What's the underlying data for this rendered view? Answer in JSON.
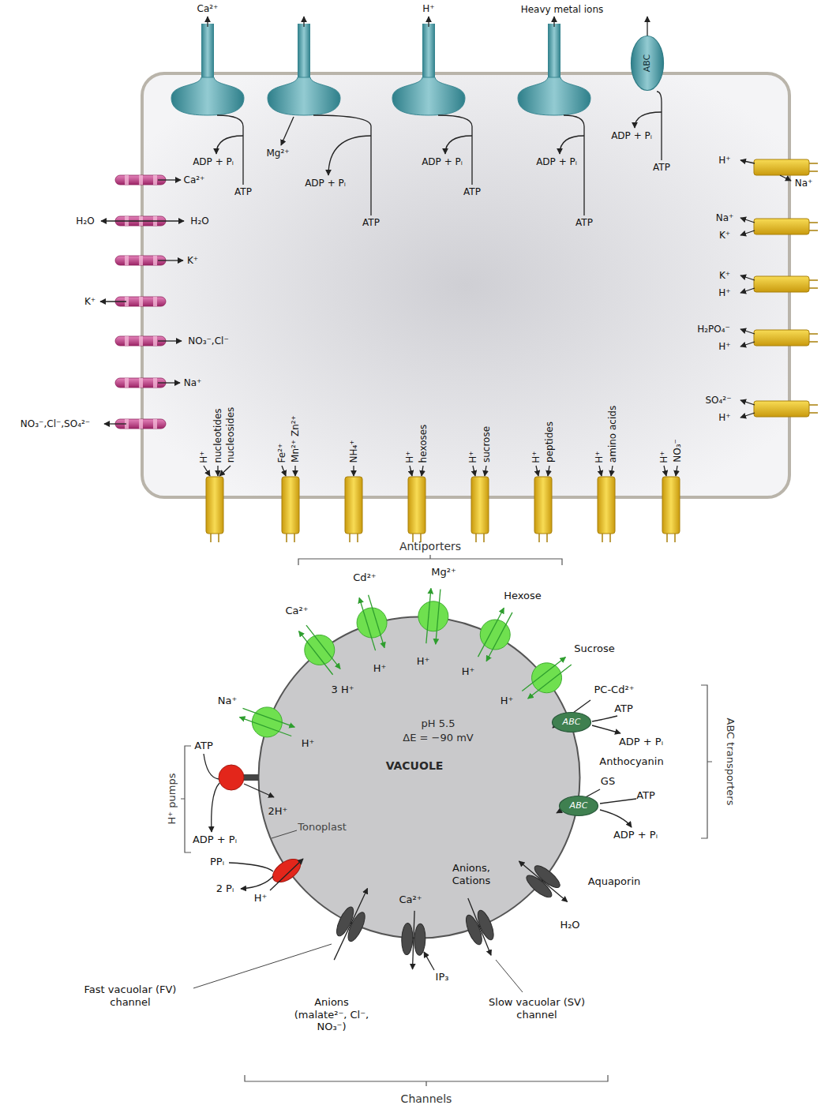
{
  "diagram": {
    "nodes": [
      {
        "text": [
          "ABC"
        ]
      },
      {
        "text": [
          "pH 5.5",
          "ΔE = −90 mV",
          "VACUOLE"
        ]
      },
      {
        "text": [
          "ABC"
        ]
      },
      {
        "text": [
          "ABC"
        ]
      }
    ],
    "labels": [
      "Ca²⁺",
      "H⁺",
      "Heavy metal ions",
      "ADP + Pᵢ",
      "ATP",
      "Mg²⁺",
      "ADP + Pᵢ",
      "ATP",
      "ADP + Pᵢ",
      "ATP",
      "ADP + Pᵢ",
      "ATP",
      "ADP + Pᵢ",
      "ATP",
      "Ca²⁺",
      "H₂O",
      "H₂O",
      "K⁺",
      "K⁺",
      "NO₃⁻,Cl⁻",
      "Na⁺",
      "NO₃⁻,Cl⁻,SO₄²⁻",
      "H⁺",
      "Na⁺",
      "Na⁺",
      "K⁺",
      "K⁺",
      "H⁺",
      "H₂PO₄⁻",
      "H⁺",
      "SO₄²⁻",
      "H⁺",
      "H⁺",
      "nucleotides",
      "nucleosides",
      "Fe²⁺",
      "Mn²⁺ Zn²⁺",
      "NH₄⁺",
      "H⁺",
      "hexoses",
      "H⁺",
      "sucrose",
      "H⁺",
      "peptides",
      "H⁺",
      "amino acids",
      "H⁺",
      "NO₃⁻",
      "Antiporters",
      "Ca²⁺",
      "3 H⁺",
      "Cd²⁺",
      "H⁺",
      "Mg²⁺",
      "H⁺",
      "Hexose",
      "H⁺",
      "Sucrose",
      "H⁺",
      "Na⁺",
      "H⁺",
      "PC-Cd²⁺",
      "ATP",
      "ADP + Pᵢ",
      "Anthocyanin",
      "GS",
      "ATP",
      "ADP + Pᵢ",
      "ABC transporters",
      "H⁺ pumps",
      "ATP",
      "2H⁺",
      "ADP + Pᵢ",
      "Tonoplast",
      "PPᵢ",
      "2 Pᵢ",
      "H⁺",
      "Fast vacuolar (FV) channel",
      "Anions (malate²⁻, Cl⁻, NO₃⁻)",
      "Ca²⁺",
      "IP₃",
      "Anions, Cations",
      "Slow vacuolar (SV) channel",
      "Aquaporin",
      "H₂O",
      "Channels"
    ]
  }
}
